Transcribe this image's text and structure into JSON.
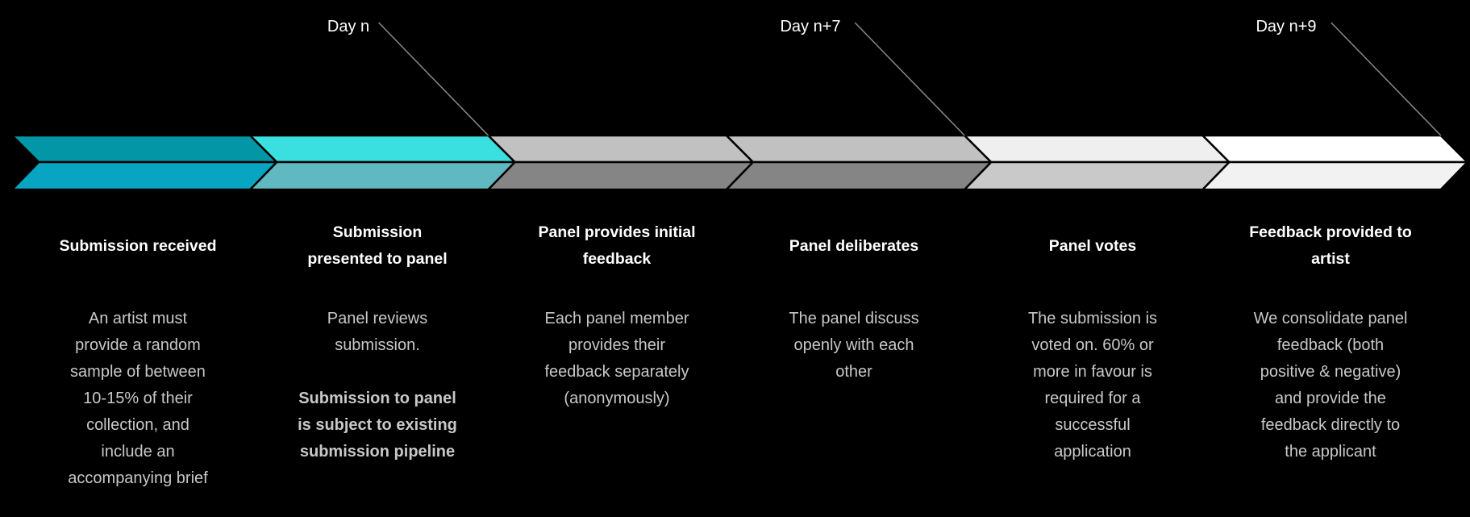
{
  "markers": [
    {
      "label": "Day n"
    },
    {
      "label": "Day n+7"
    },
    {
      "label": "Day n+9"
    }
  ],
  "stages": [
    {
      "title": [
        "Submission received"
      ],
      "body": [
        "An artist must",
        "provide a random",
        "sample of between",
        "10-15% of their",
        "collection, and",
        "include an",
        "accompanying brief"
      ],
      "note": [],
      "top_color": "#0296a6",
      "bottom_color": "#08a5c3"
    },
    {
      "title": [
        "Submission",
        "presented to panel"
      ],
      "body": [
        "Panel reviews",
        "submission."
      ],
      "note": [
        "Submission to panel",
        "is subject to existing",
        "submission pipeline"
      ],
      "top_color": "#3adfe0",
      "bottom_color": "#60b9c1"
    },
    {
      "title": [
        "Panel provides initial",
        "feedback"
      ],
      "body": [
        "Each panel member",
        "provides their",
        "feedback separately",
        "(anonymously)"
      ],
      "note": [],
      "top_color": "#c1c1c1",
      "bottom_color": "#858585"
    },
    {
      "title": [
        "Panel deliberates"
      ],
      "body": [
        "The panel discuss",
        "openly with each",
        "other"
      ],
      "note": [],
      "top_color": "#c1c1c1",
      "bottom_color": "#858585"
    },
    {
      "title": [
        "Panel votes"
      ],
      "body": [
        "The submission is",
        "voted on. 60% or",
        "more in favour is",
        "required for a",
        "successful",
        "application"
      ],
      "note": [],
      "top_color": "#efefef",
      "bottom_color": "#c9c9c9"
    },
    {
      "title": [
        "Feedback provided to",
        "artist"
      ],
      "body": [
        "We consolidate panel",
        "feedback (both",
        "positive & negative)",
        "and provide the",
        "feedback directly to",
        "the applicant"
      ],
      "note": [],
      "top_color": "#ffffff",
      "bottom_color": "#f2f2f2"
    }
  ]
}
